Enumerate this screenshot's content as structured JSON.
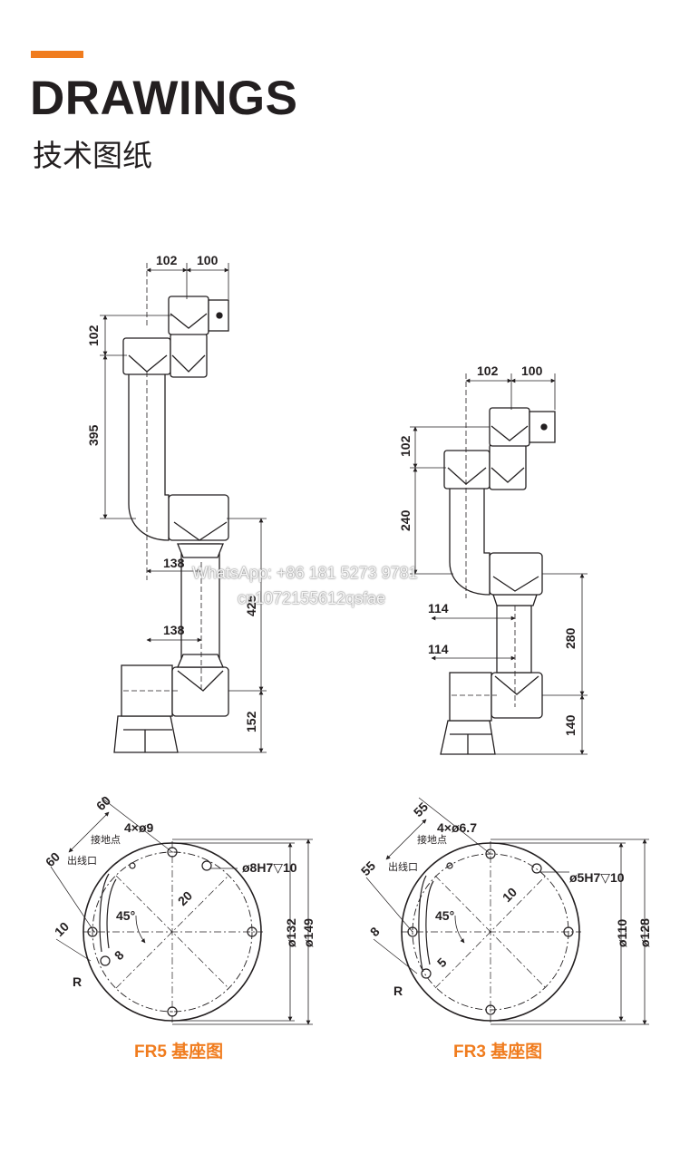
{
  "header": {
    "title": "DRAWINGS",
    "subtitle": "技术图纸",
    "accent_color": "#f07c1e"
  },
  "fr5_arm": {
    "dims": [
      "102",
      "100",
      "102",
      "395",
      "138",
      "425",
      "138",
      "152"
    ]
  },
  "fr3_arm": {
    "dims": [
      "102",
      "100",
      "102",
      "240",
      "114",
      "280",
      "114",
      "140"
    ]
  },
  "fr5_base": {
    "caption": "FR5 基座图",
    "holes": "4×ø9",
    "pin": "ø8H7▽10",
    "ground_label": "接地点",
    "outlet_label": "出线口",
    "dims": [
      "60",
      "60",
      "10",
      "45°",
      "20",
      "8",
      "R",
      "ø132",
      "ø149"
    ]
  },
  "fr3_base": {
    "caption": "FR3 基座图",
    "holes": "4×ø6.7",
    "pin": "ø5H7▽10",
    "ground_label": "接地点",
    "outlet_label": "出线口",
    "dims": [
      "55",
      "55",
      "8",
      "45°",
      "10",
      "5",
      "R",
      "ø110",
      "ø128"
    ]
  },
  "watermark": {
    "line1": "WhatsApp: +86 181 5273 9781",
    "line2": "cn1072155612qsfae"
  }
}
